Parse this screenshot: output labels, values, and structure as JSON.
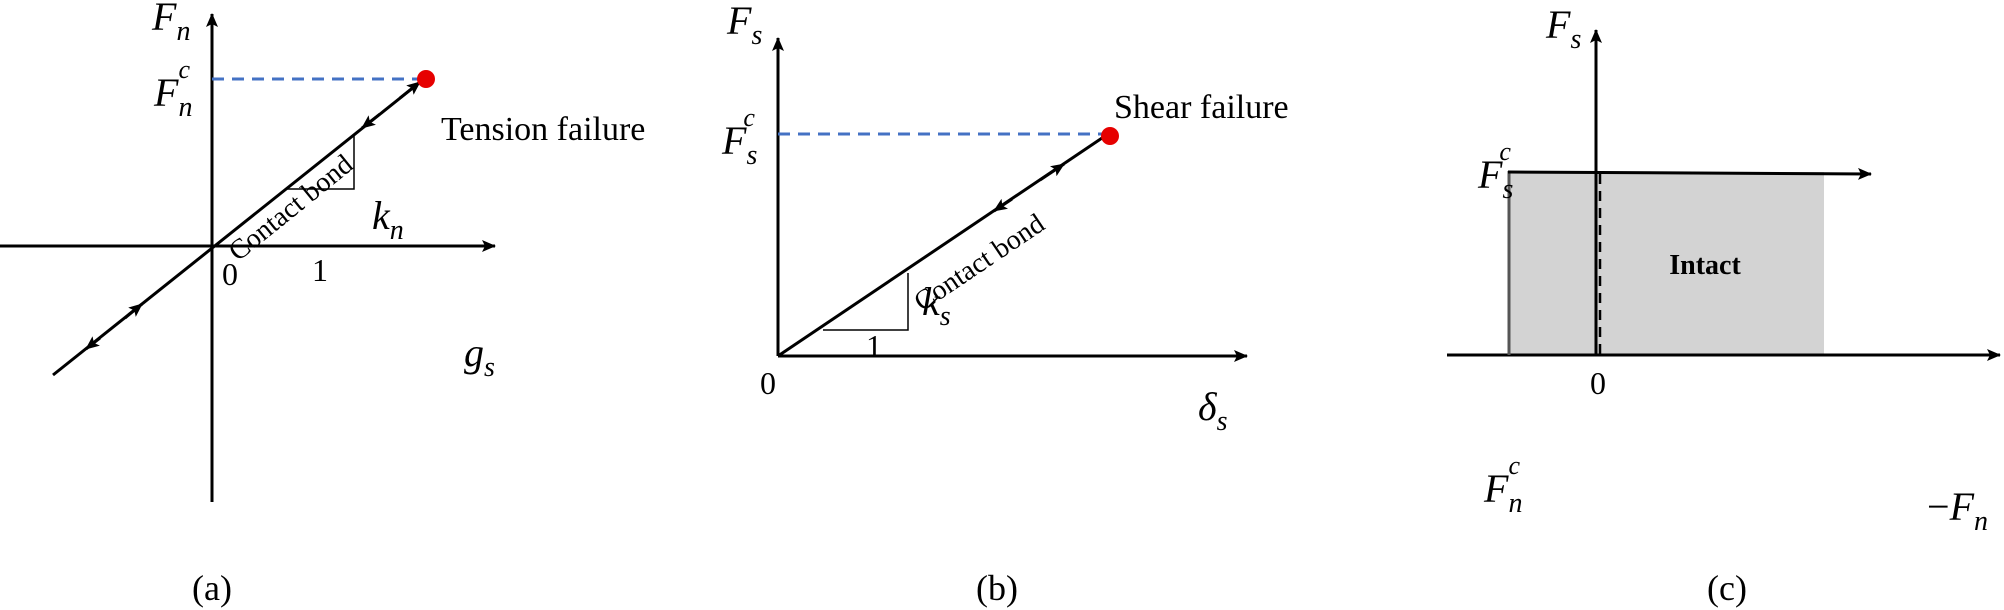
{
  "panels": {
    "a": {
      "caption": "(a)",
      "y_label": {
        "main": "F",
        "sub": "n"
      },
      "x_label": {
        "main": "g",
        "sub": "s"
      },
      "critical_label": {
        "main": "F",
        "sub": "n",
        "sup": "c"
      },
      "origin": "0",
      "curve_label": "Contact bond",
      "failure_label": "Tension failure",
      "stiffness": {
        "main": "k",
        "sub": "n"
      },
      "slope_run": "1"
    },
    "b": {
      "caption": "(b)",
      "y_label": {
        "main": "F",
        "sub": "s"
      },
      "x_label": {
        "main": "δ",
        "sub": "s"
      },
      "critical_label": {
        "main": "F",
        "sub": "s",
        "sup": "c"
      },
      "origin": "0",
      "curve_label": "Contact bond",
      "failure_label": "Shear failure",
      "stiffness": {
        "main": "k",
        "sub": "s"
      },
      "slope_run": "1"
    },
    "c": {
      "caption": "(c)",
      "y_label": {
        "main": "F",
        "sub": "s"
      },
      "x_label": {
        "prefix": "−",
        "main": "F",
        "sub": "n"
      },
      "shear_limit": {
        "main": "F",
        "sub": "s",
        "sup": "c"
      },
      "tension_limit": {
        "main": "F",
        "sub": "n",
        "sup": "c"
      },
      "origin": "0",
      "region_label": "Intact"
    }
  },
  "colors": {
    "line": "#000000",
    "failure_point": "#e60000",
    "dashed": "#4472c4",
    "region_fill": "#d3d3d3"
  }
}
